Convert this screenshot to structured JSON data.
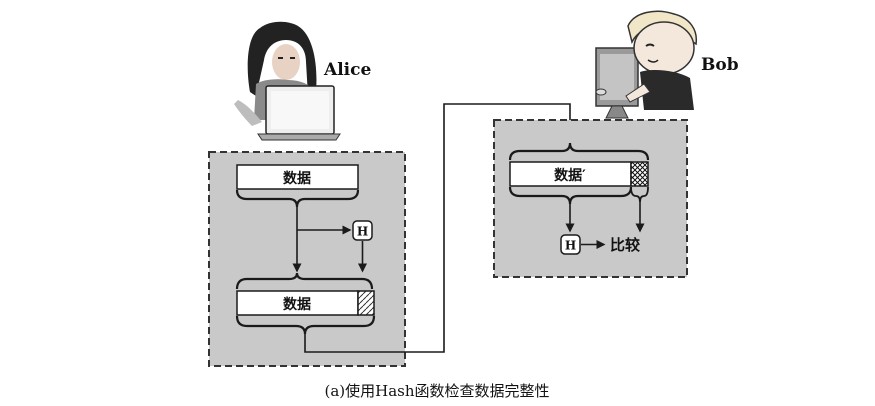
{
  "figure": {
    "caption": "(a)使用Hash函数检查数据完整性"
  },
  "alice": {
    "name": "Alice",
    "data_label": "数据",
    "hash_label": "H",
    "data_with_hash_label": "数据"
  },
  "bob": {
    "name": "Bob",
    "data_label": "数据′",
    "hash_label": "H",
    "compare_label": "比较"
  },
  "colors": {
    "panel_fill": "#c9c9c9",
    "panel_border": "#333333",
    "line": "#1a1a1a",
    "box_fill": "#ffffff"
  }
}
